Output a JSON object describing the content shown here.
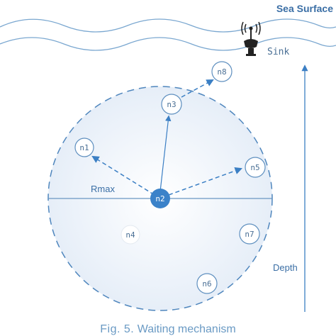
{
  "sea_surface": "Sea Surface",
  "sink_label": "Sink",
  "rmax_label": "Rmax",
  "depth_label": "Depth",
  "source_node": "n2",
  "nodes": [
    "n1",
    "n3",
    "n4",
    "n5",
    "n6",
    "n7",
    "n8"
  ],
  "caption": {
    "fig": "Fig. 5.",
    "text": "Waiting mechanism"
  },
  "colors": {
    "accent": "#3b7fc4",
    "line": "#5b8fc0",
    "node_stroke": "#5e8fbf"
  }
}
